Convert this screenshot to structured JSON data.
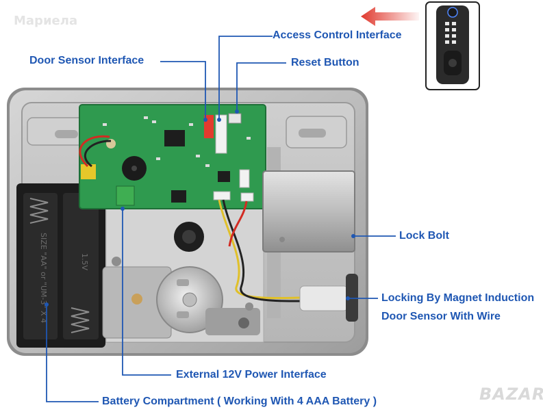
{
  "labels": {
    "access_control": "Access Control Interface",
    "door_sensor": "Door Sensor Interface",
    "reset_button": "Reset Button",
    "lock_bolt": "Lock Bolt",
    "magnet_line1": "Locking By Magnet Induction",
    "magnet_line2": "Door Sensor With Wire",
    "power": "External 12V Power Interface",
    "battery": "Battery Compartment ( Working With 4 AAA Battery )"
  },
  "watermarks": {
    "top_left": "Мариела",
    "bottom_right": "BAZAR"
  },
  "board_text": {
    "battery_print": "SIZE \"AA\" or \"UM-3\" X 4",
    "battery_voltage": "1.5V"
  },
  "colors": {
    "label_blue": "#1f57b3",
    "arrow_red": "#e0392e",
    "pcb_green": "#2f9a4f",
    "steel": "#c9c9c9"
  }
}
